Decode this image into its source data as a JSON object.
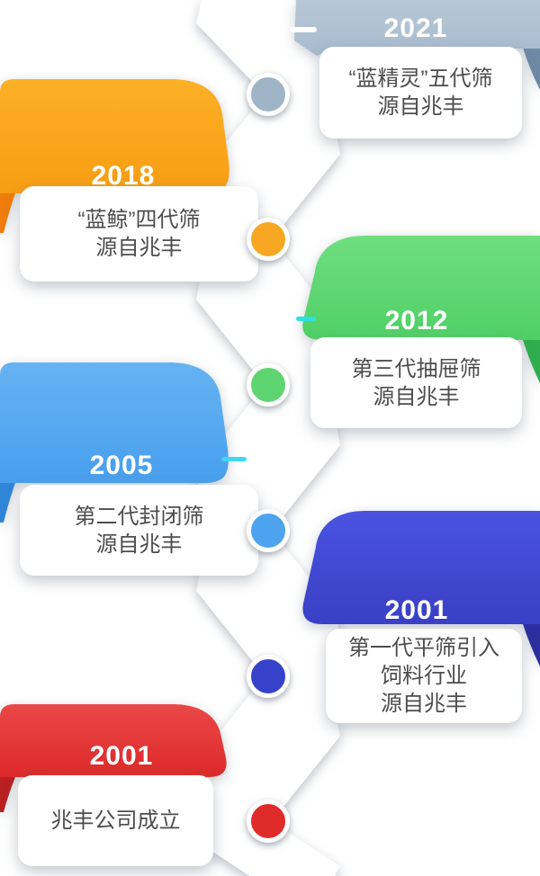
{
  "background_color": "#ffffff",
  "text_color": "#4d4d4d",
  "year_text_color": "#ffffff",
  "ribbon": {
    "color": "#ffffff"
  },
  "items": [
    {
      "year": "2021",
      "side": "right",
      "lines": [
        "“蓝精灵”五代筛",
        "源自兆丰"
      ],
      "accent_color": "#ffffff",
      "colors": {
        "banner_top": "#b8c7d6",
        "banner_bottom": "#a8bbce",
        "fold": "#6e89a4",
        "dot": "#9fb4c7"
      }
    },
    {
      "year": "2018",
      "side": "left",
      "lines": [
        "“蓝鲸”四代筛",
        "源自兆丰"
      ],
      "accent_color": "",
      "colors": {
        "banner_top": "#fcb026",
        "banner_bottom": "#f89d13",
        "fold": "#ee7d0c",
        "dot": "#f7a722"
      }
    },
    {
      "year": "2012",
      "side": "right",
      "lines": [
        "第三代抽屉筛",
        "源自兆丰"
      ],
      "accent_color": "#2fdfe0",
      "colors": {
        "banner_top": "#6fdf80",
        "banner_bottom": "#50d066",
        "fold": "#2fae4e",
        "dot": "#5ed471"
      }
    },
    {
      "year": "2005",
      "side": "left",
      "lines": [
        "第二代封闭筛",
        "源自兆丰"
      ],
      "accent_color": "#3fd6f6",
      "colors": {
        "banner_top": "#66b3f2",
        "banner_bottom": "#489fee",
        "fold": "#2f86d8",
        "dot": "#4da3ee"
      }
    },
    {
      "year": "2001",
      "side": "right",
      "lines": [
        "第一代平筛引入",
        "饲料行业",
        "源自兆丰"
      ],
      "accent_color": "",
      "colors": {
        "banner_top": "#4a53e0",
        "banner_bottom": "#3940c5",
        "fold": "#2c2f9e",
        "dot": "#3742cb"
      }
    },
    {
      "year": "2001",
      "side": "left",
      "lines": [
        "兆丰公司成立"
      ],
      "accent_color": "",
      "colors": {
        "banner_top": "#ea4848",
        "banner_bottom": "#dd2929",
        "fold": "#b92020",
        "dot": "#e02b2b"
      }
    }
  ]
}
